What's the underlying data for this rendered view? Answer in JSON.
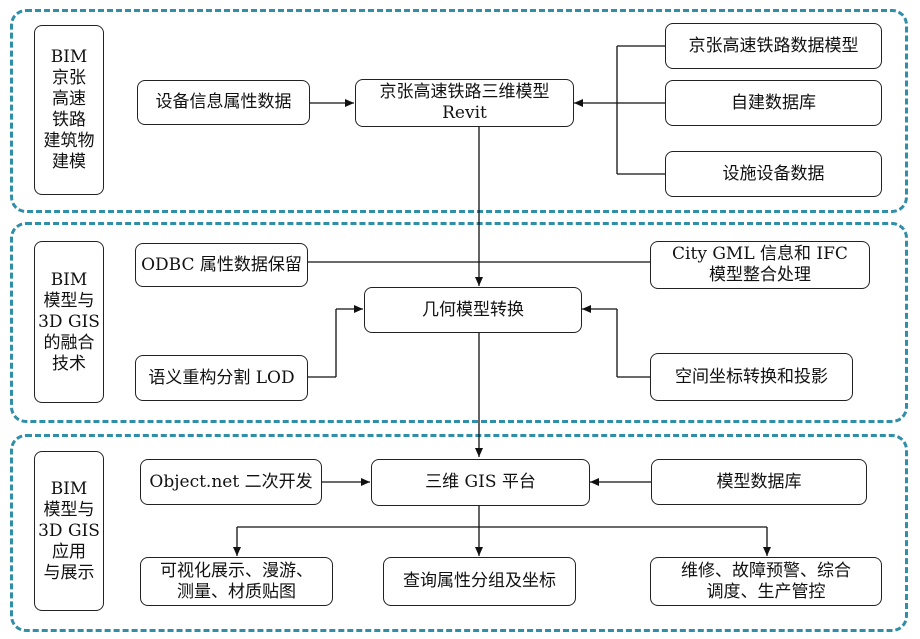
{
  "sections": [
    {
      "label_lines": [
        "BIM",
        "京张",
        "高速",
        "铁路",
        "建筑物",
        "建模"
      ],
      "nodes": {
        "device_attr": "设备信息属性数据",
        "model_main": [
          "京张高速铁路三维模型",
          "Revit"
        ],
        "data_model": "京张高速铁路数据模型",
        "self_db": "自建数据库",
        "facility": "设施设备数据"
      }
    },
    {
      "label_lines": [
        "BIM",
        "模型与",
        "3D GIS",
        "的融合",
        "技术"
      ],
      "nodes": {
        "odbc": "ODBC 属性数据保留",
        "citygml": [
          "City GML 信息和 IFC",
          "模型整合处理"
        ],
        "geom": "几何模型转换",
        "semantic": "语义重构分割 LOD",
        "spatial": "空间坐标转换和投影"
      }
    },
    {
      "label_lines": [
        "BIM",
        "模型与",
        "3D GIS",
        "应用",
        "与展示"
      ],
      "nodes": {
        "objectnet": "Object.net 二次开发",
        "platform": "三维 GIS 平台",
        "model_db": "模型数据库",
        "visual": [
          "可视化展示、漫游、",
          "测量、材质贴图"
        ],
        "query": "查询属性分组及坐标",
        "maint": [
          "维修、故障预警、综合",
          "调度、生产管控"
        ]
      }
    }
  ],
  "colors": {
    "panel_border": "#2f8ea8",
    "box_border": "#222222",
    "arrow": "#111111"
  }
}
